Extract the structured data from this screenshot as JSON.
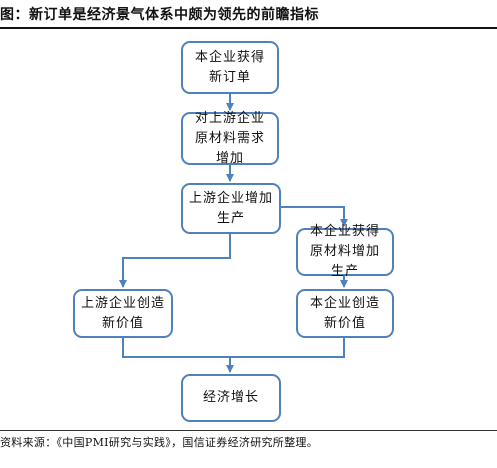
{
  "header": {
    "title": "图：新订单是经济景气体系中颇为领先的前瞻指标"
  },
  "footer": {
    "source": "资料来源：《中国PMI研究与实践》，国信证券经济研究所整理。"
  },
  "nodes": {
    "new_orders": "本企业获得新订单",
    "upstream_demand": "对上游企业原材料需求增加",
    "upstream_production": "上游企业增加生产",
    "firm_material_production": "本企业获得原材料增加生产",
    "upstream_value": "上游企业创造新价值",
    "firm_value": "本企业创造新价值",
    "growth": "经济增长"
  },
  "colors": {
    "border": "#4f81bd",
    "arrow": "#4f81bd",
    "text": "#111111"
  }
}
